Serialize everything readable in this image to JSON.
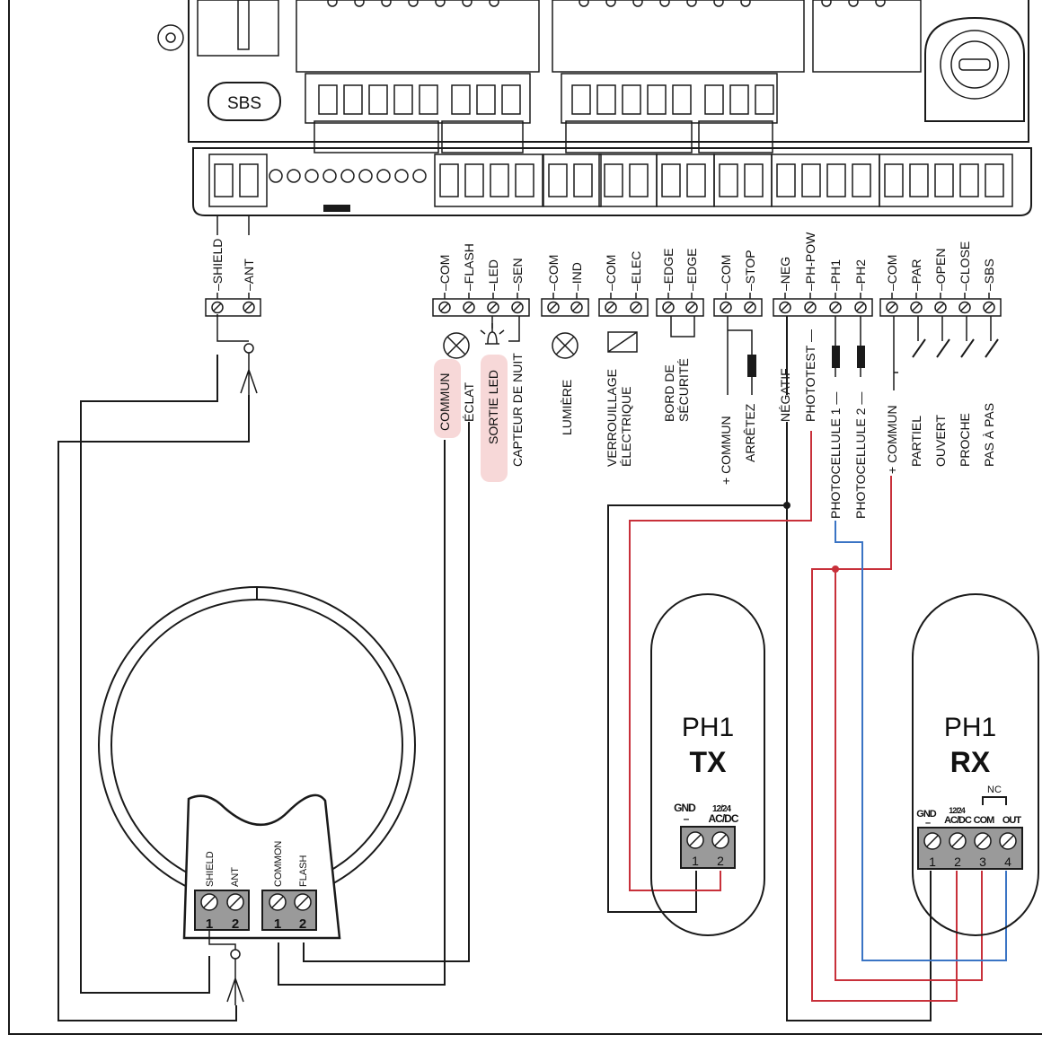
{
  "colors": {
    "wire_black": "#1a1a1a",
    "wire_red": "#c8303a",
    "wire_blue": "#3a74c4",
    "highlight": "#f3c7c7",
    "terminal_fill": "#9a9a9a"
  },
  "board": {
    "button_label": "SBS"
  },
  "terminals": {
    "antenna": [
      "SHIELD",
      "ANT"
    ],
    "flash": [
      "COM",
      "FLASH",
      "LED",
      "SEN"
    ],
    "light": [
      "COM",
      "IND"
    ],
    "lock": [
      "COM",
      "ELEC"
    ],
    "edge": [
      "EDGE",
      "EDGE"
    ],
    "stop": [
      "COM",
      "STOP"
    ],
    "photo": [
      "NEG",
      "PH-POW",
      "PH1",
      "PH2"
    ],
    "inputs": [
      "COM",
      "PAR",
      "OPEN",
      "CLOSE",
      "SBS"
    ]
  },
  "descriptions": {
    "antenna": [],
    "flash": [
      "COMMUN",
      "ÉCLAT",
      "SORTIE LED",
      "CAPTEUR DE NUIT"
    ],
    "light": [
      "LUMIÈRE"
    ],
    "lock": [
      "VERROUILLAGE",
      "ÉLECTRIQUE"
    ],
    "edge": [
      "BORD DE",
      "SÉCURITÉ"
    ],
    "stop": [
      "+ COMMUN",
      "ARRÊTEZ"
    ],
    "photo": [
      "NÉGATIF",
      "PHOTOTEST",
      "PHOTOCELLULE 1",
      "PHOTOCELLULE 2"
    ],
    "inputs": [
      "+ COMMUN",
      "PARTIEL",
      "OUVERT",
      "PROCHE",
      "PAS À PAS"
    ]
  },
  "lamp": {
    "labels": [
      "SHIELD",
      "ANT",
      "COMMON",
      "FLASH"
    ],
    "numbers": [
      "1",
      "2",
      "1",
      "2"
    ]
  },
  "tx": {
    "title": "PH1",
    "subtitle": "TX",
    "labels": [
      "GND",
      "–",
      "12/24",
      "AC/DC"
    ],
    "numbers": [
      "1",
      "2"
    ]
  },
  "rx": {
    "title": "PH1",
    "subtitle": "RX",
    "nc": "NC",
    "labels": [
      "GND",
      "–",
      "12/24",
      "AC/DC",
      "COM",
      "OUT"
    ],
    "numbers": [
      "1",
      "2",
      "3",
      "4"
    ]
  }
}
